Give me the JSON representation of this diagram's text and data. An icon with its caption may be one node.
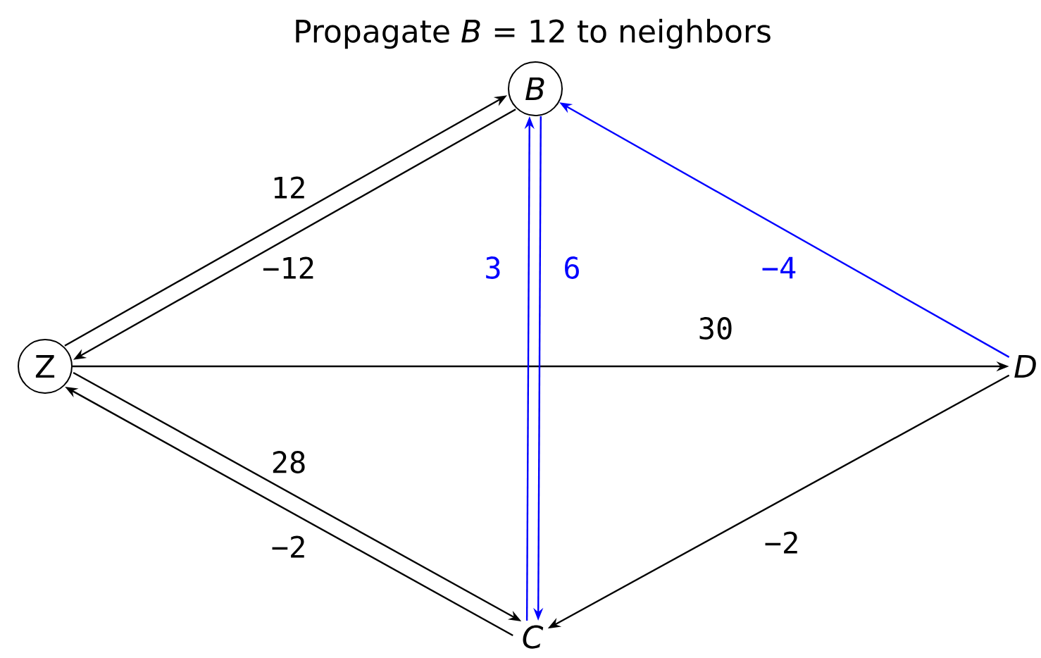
{
  "diagram": {
    "title": "Propagate *B* = 12 to neighbors",
    "nodes": [
      {
        "text": [
          "Z"
        ]
      },
      {
        "text": [
          "B"
        ]
      },
      {
        "text": [
          "C"
        ]
      },
      {
        "text": [
          "D"
        ]
      }
    ],
    "edges": [
      {
        "from": 0,
        "to": 1,
        "arrow": "to",
        "label": "12"
      },
      {
        "from": 1,
        "to": 0,
        "arrow": "to",
        "label": "−12"
      },
      {
        "from": 0,
        "to": 3,
        "arrow": "to",
        "label": "30"
      },
      {
        "from": 0,
        "to": 2,
        "arrow": "to",
        "label": "28"
      },
      {
        "from": 2,
        "to": 0,
        "arrow": "to",
        "label": "−2"
      },
      {
        "from": 2,
        "to": 1,
        "arrow": "to",
        "label": "3",
        "color": "#0000ff"
      },
      {
        "from": 1,
        "to": 2,
        "arrow": "to",
        "label": "6",
        "color": "#0000ff"
      },
      {
        "from": 3,
        "to": 1,
        "arrow": "to",
        "label": "−4",
        "color": "#0000ff"
      },
      {
        "from": 3,
        "to": 2,
        "arrow": "to",
        "label": "−2"
      }
    ]
  }
}
